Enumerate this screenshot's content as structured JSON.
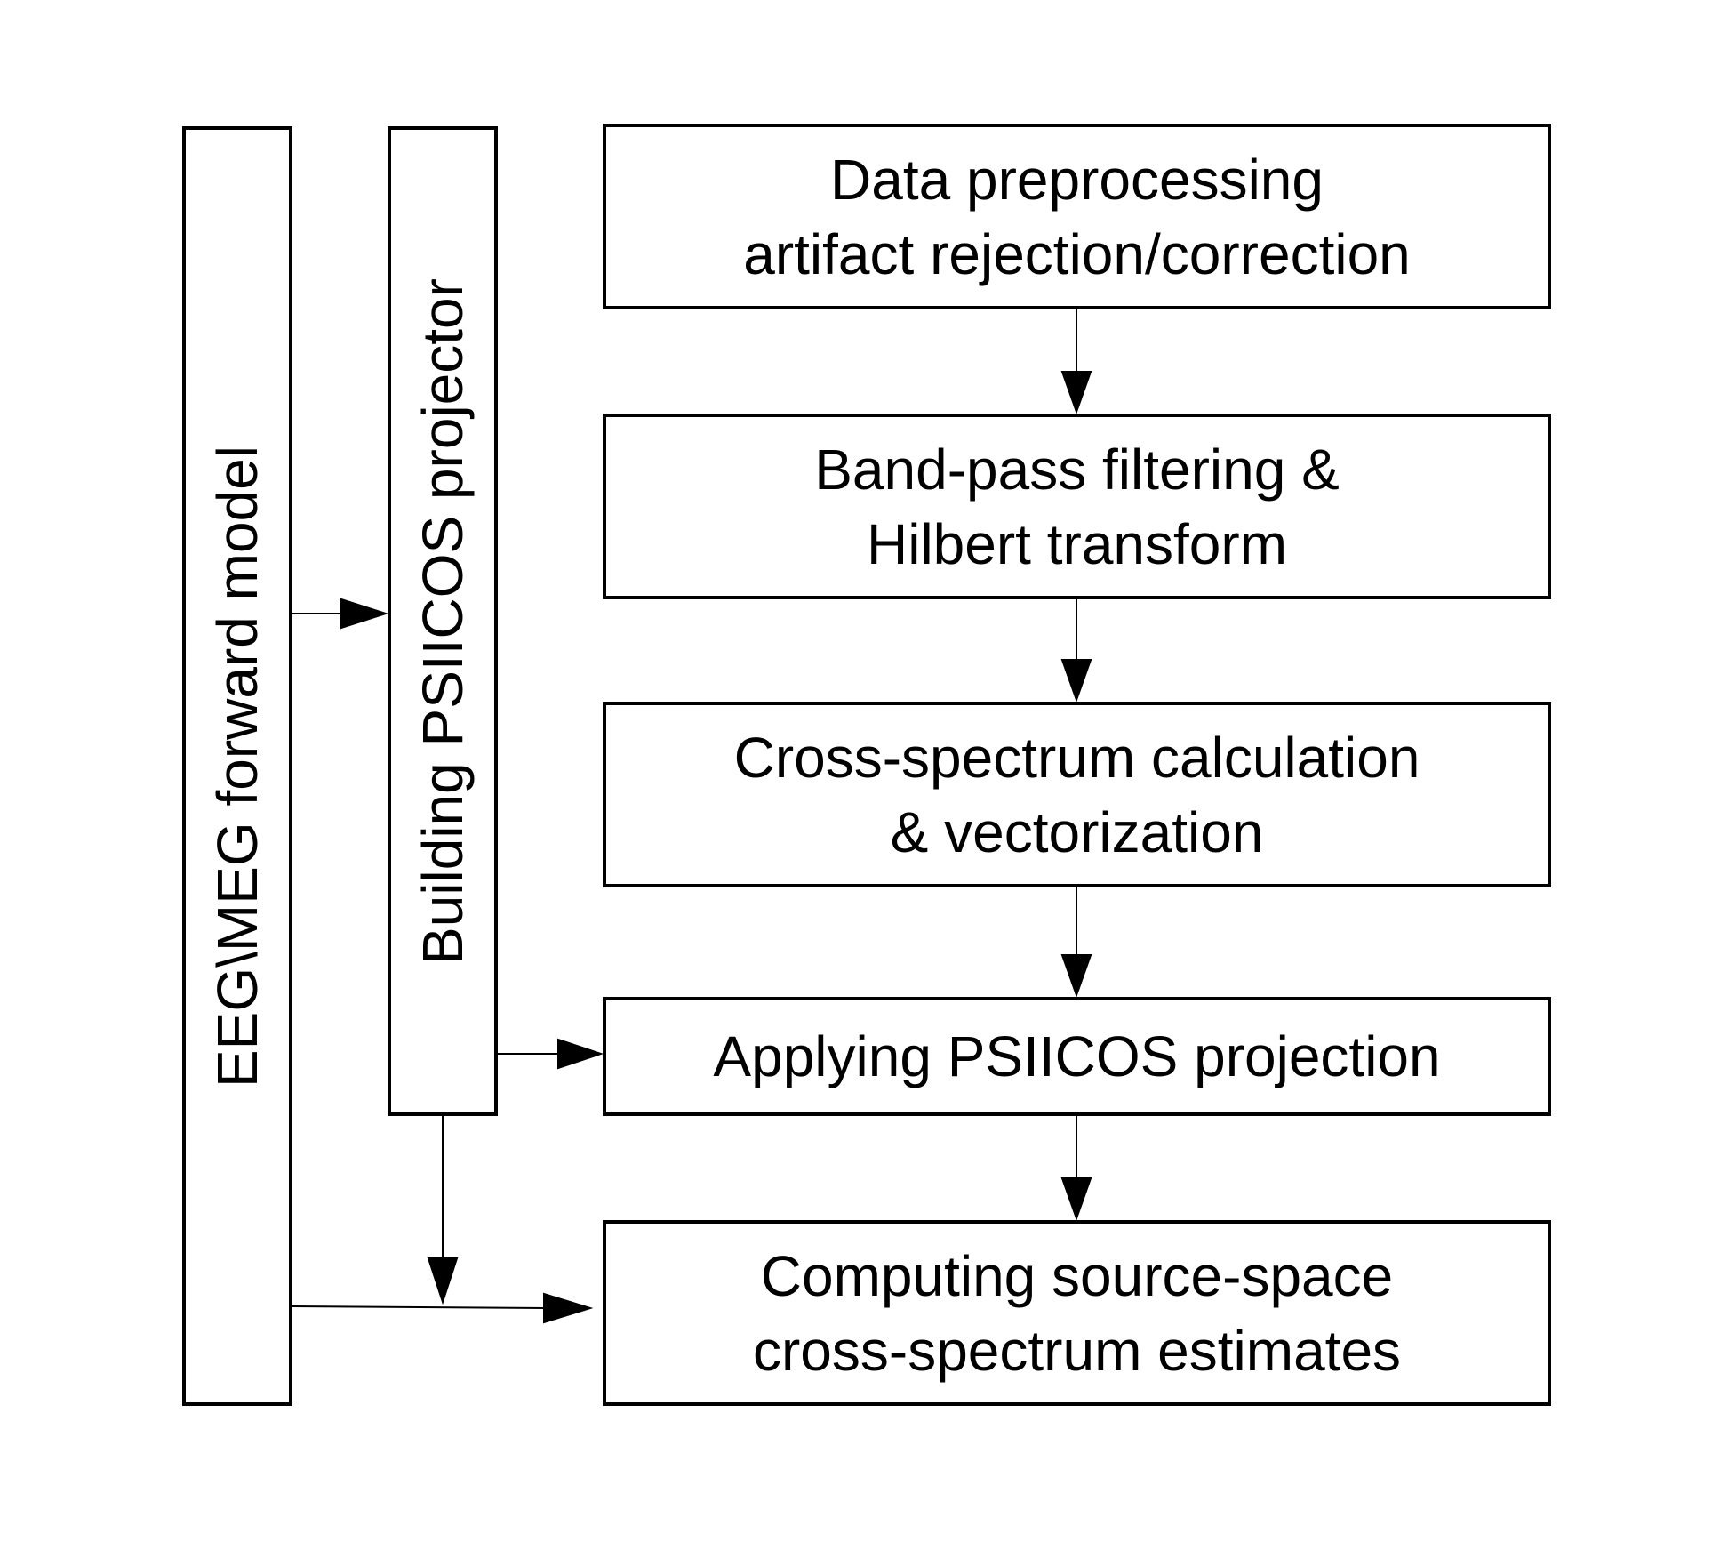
{
  "side_blocks": {
    "forward_model": "EEG\\MEG forward model",
    "projector": "Building PSIICOS projector"
  },
  "pipeline": {
    "step1": {
      "line1": "Data preprocessing",
      "line2": "artifact rejection/correction"
    },
    "step2": {
      "line1": "Band-pass filtering &",
      "line2": "Hilbert transform"
    },
    "step3": {
      "line1": "Cross-spectrum calculation",
      "line2": "& vectorization"
    },
    "step4": {
      "line1": "Applying PSIICOS projection"
    },
    "step5": {
      "line1": "Computing source-space",
      "line2": "cross-spectrum estimates"
    }
  }
}
